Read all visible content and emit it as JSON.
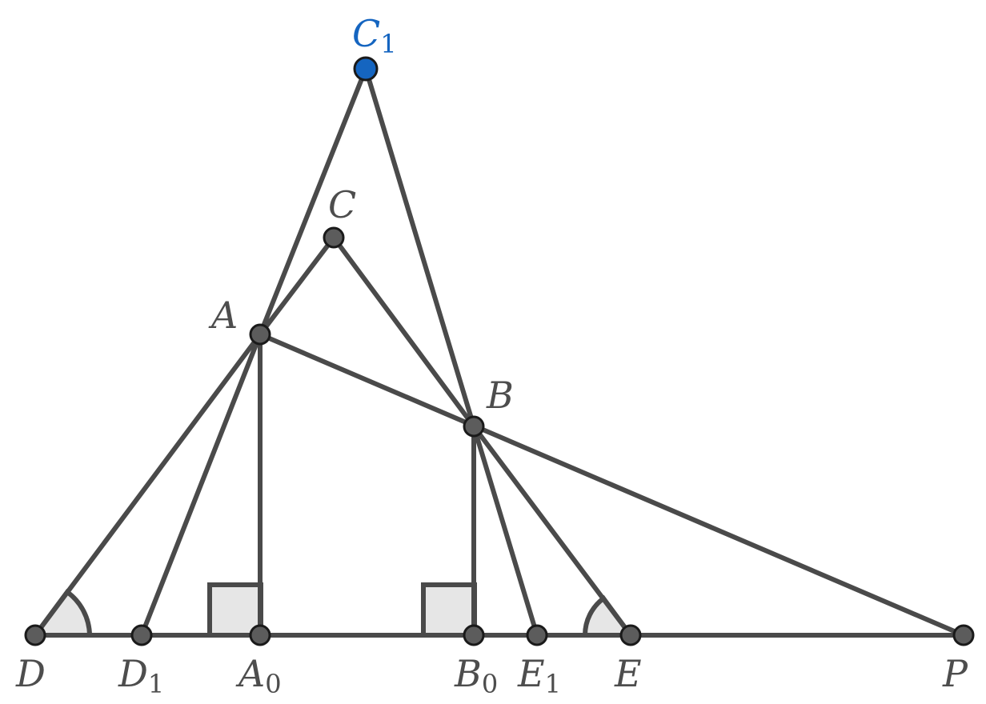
{
  "colors": {
    "line": "#4a4a4a",
    "point": "#5c5c5c",
    "highlight_point": "#1565c0",
    "label": "#4d4d4d",
    "highlight_label": "#1565c0",
    "mark_fill": "#e6e6e6"
  },
  "points": [
    {
      "id": "C1",
      "main": "C",
      "sub": "1",
      "highlight": true
    },
    {
      "id": "C",
      "main": "C",
      "sub": ""
    },
    {
      "id": "A",
      "main": "A",
      "sub": ""
    },
    {
      "id": "B",
      "main": "B",
      "sub": ""
    },
    {
      "id": "D",
      "main": "D",
      "sub": ""
    },
    {
      "id": "D1",
      "main": "D",
      "sub": "1"
    },
    {
      "id": "A0",
      "main": "A",
      "sub": "0"
    },
    {
      "id": "B0",
      "main": "B",
      "sub": "0"
    },
    {
      "id": "E1",
      "main": "E",
      "sub": "1"
    },
    {
      "id": "E",
      "main": "E",
      "sub": ""
    },
    {
      "id": "P",
      "main": "P",
      "sub": ""
    }
  ]
}
